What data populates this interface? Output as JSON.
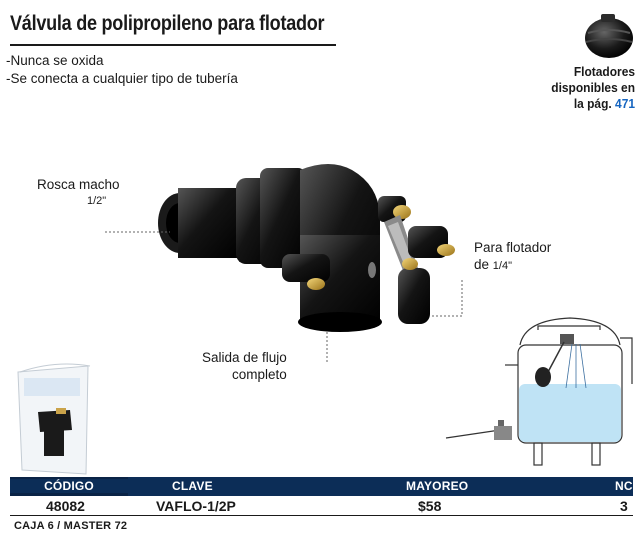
{
  "product": {
    "title": "Válvula de polipropileno para flotador",
    "features": [
      "-Nunca se oxida",
      "-Se conecta a cualquier tipo de tubería"
    ],
    "float_note": {
      "line1": "Flotadores",
      "line2": "disponibles en",
      "line3_prefix": "la pág.",
      "page": "471"
    }
  },
  "callouts": {
    "thread": {
      "line1": "Rosca macho",
      "fraction": "1/2\""
    },
    "flow": {
      "line1": "Salida de flujo",
      "line2": "completo"
    },
    "float": {
      "line1": "Para flotador",
      "line2_prefix": "de",
      "fraction": "1/4\""
    }
  },
  "table": {
    "headers": {
      "code": "CÓDIGO",
      "key": "CLAVE",
      "wholesale": "MAYOREO",
      "nc": "NC"
    },
    "row": {
      "code": "48082",
      "key": "VAFLO-1/2P",
      "wholesale": "$58",
      "nc": "3"
    }
  },
  "footer": "CAJA 6 / MASTER 72",
  "colors": {
    "header_bg": "#0c2d57",
    "accent": "#1565c0",
    "water": "#bfe3f5"
  }
}
